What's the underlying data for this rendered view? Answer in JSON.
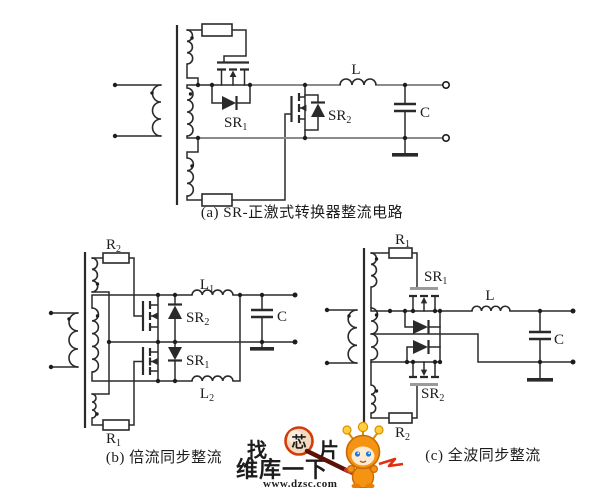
{
  "colors": {
    "ink": "#2a2a2a",
    "rail_gray": "#8b8b8b",
    "watermark_orange": "#f07818",
    "watermark_red": "#d62408",
    "watermark_url_maroon": "#93321f"
  },
  "circuits": {
    "a": {
      "caption": "(a) SR-正激式转换器整流电路",
      "labels": {
        "sr1": {
          "base": "SR",
          "sub": "1"
        },
        "sr2": {
          "base": "SR",
          "sub": "2"
        },
        "inductor": "L",
        "capacitor": "C"
      }
    },
    "b": {
      "caption": "(b) 倍流同步整流",
      "labels": {
        "r2": {
          "base": "R",
          "sub": "2"
        },
        "r1": {
          "base": "R",
          "sub": "1"
        },
        "l1": {
          "base": "L",
          "sub": "1"
        },
        "l2": {
          "base": "L",
          "sub": "2"
        },
        "sr2": {
          "base": "SR",
          "sub": "2"
        },
        "sr1": {
          "base": "SR",
          "sub": "1"
        },
        "capacitor": "C"
      }
    },
    "c": {
      "caption": "(c) 全波同步整流",
      "labels": {
        "r1": {
          "base": "R",
          "sub": "1"
        },
        "r2": {
          "base": "R",
          "sub": "2"
        },
        "sr1": {
          "base": "SR",
          "sub": "1"
        },
        "sr2": {
          "base": "SR",
          "sub": "2"
        },
        "inductor": "L",
        "capacitor": "C"
      }
    }
  },
  "watermark": {
    "logo_left": "找",
    "logo_mid": "芯",
    "logo_right": "片",
    "brand": "维库一下",
    "url": "www.dzsc.com"
  }
}
